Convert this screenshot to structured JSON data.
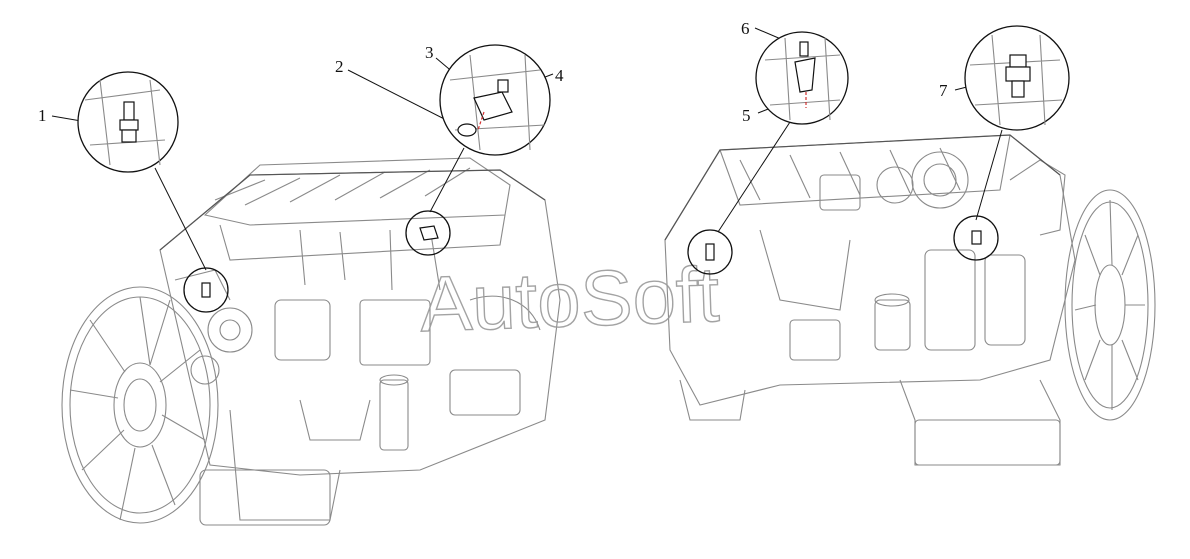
{
  "callouts": [
    {
      "id": "1",
      "label": "1"
    },
    {
      "id": "2",
      "label": "2"
    },
    {
      "id": "3",
      "label": "3"
    },
    {
      "id": "4",
      "label": "4"
    },
    {
      "id": "5",
      "label": "5"
    },
    {
      "id": "6",
      "label": "6"
    },
    {
      "id": "7",
      "label": "7"
    }
  ],
  "watermark": "AutoSoft",
  "colors": {
    "line": "#111111",
    "engine": "#8a8a8a",
    "background": "#ffffff",
    "highlight": "#d32f2f"
  }
}
